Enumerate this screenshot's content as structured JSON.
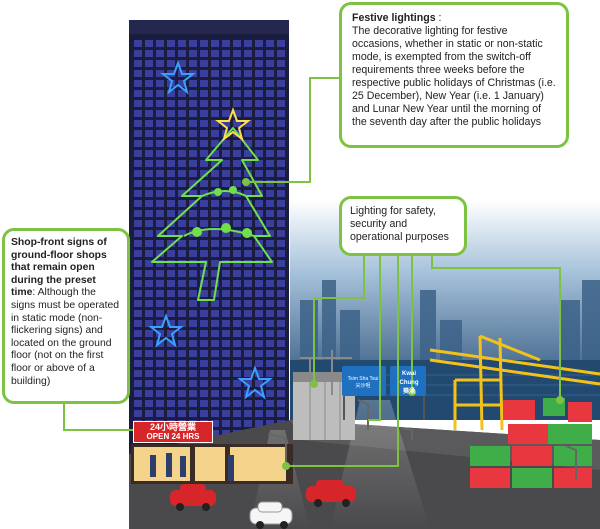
{
  "callouts": {
    "festive": {
      "title": "Festive lightings",
      "title_suffix": " :",
      "body": "The decorative lighting for festive occasions, whether in static or non-static mode, is exempted from the switch-off requirements three weeks before the respective public holidays of Christmas (i.e. 25 December), New Year (i.e. 1 January) and Lunar New Year  until the morning of the seventh day after the public holidays"
    },
    "safety": {
      "body": "Lighting for safety, security and operational purposes"
    },
    "shop": {
      "title": "Shop-front signs of ground-floor shops that remain open during the preset time",
      "body": ": Although the signs must be operated in static mode (non-flickering signs) and located on the ground floor (not on the first floor or above of a building)"
    }
  },
  "shop_sign": {
    "line1": "24小時營業",
    "line2": "OPEN 24 HRS"
  },
  "road_signs": {
    "tsim_sha_tsui_en": "Tsim Sha Tsui",
    "tsim_sha_tsui_zh": "尖沙咀",
    "kwai_chung_en": "Kwai Chung",
    "kwai_chung_zh": "葵涌"
  },
  "colors": {
    "callout_border": "#7dc242",
    "building": "#1b1d3f",
    "window": "#3a3f9e",
    "neon_green": "#6fe04a",
    "neon_star_blue": "#3aa0ff",
    "neon_star_yellow": "#ffe04a",
    "crane": "#f2c21b",
    "container_red": "#e8373f",
    "container_green": "#3fae49",
    "sign_red": "#d7262a",
    "road_sign_blue": "#1f70c1"
  }
}
